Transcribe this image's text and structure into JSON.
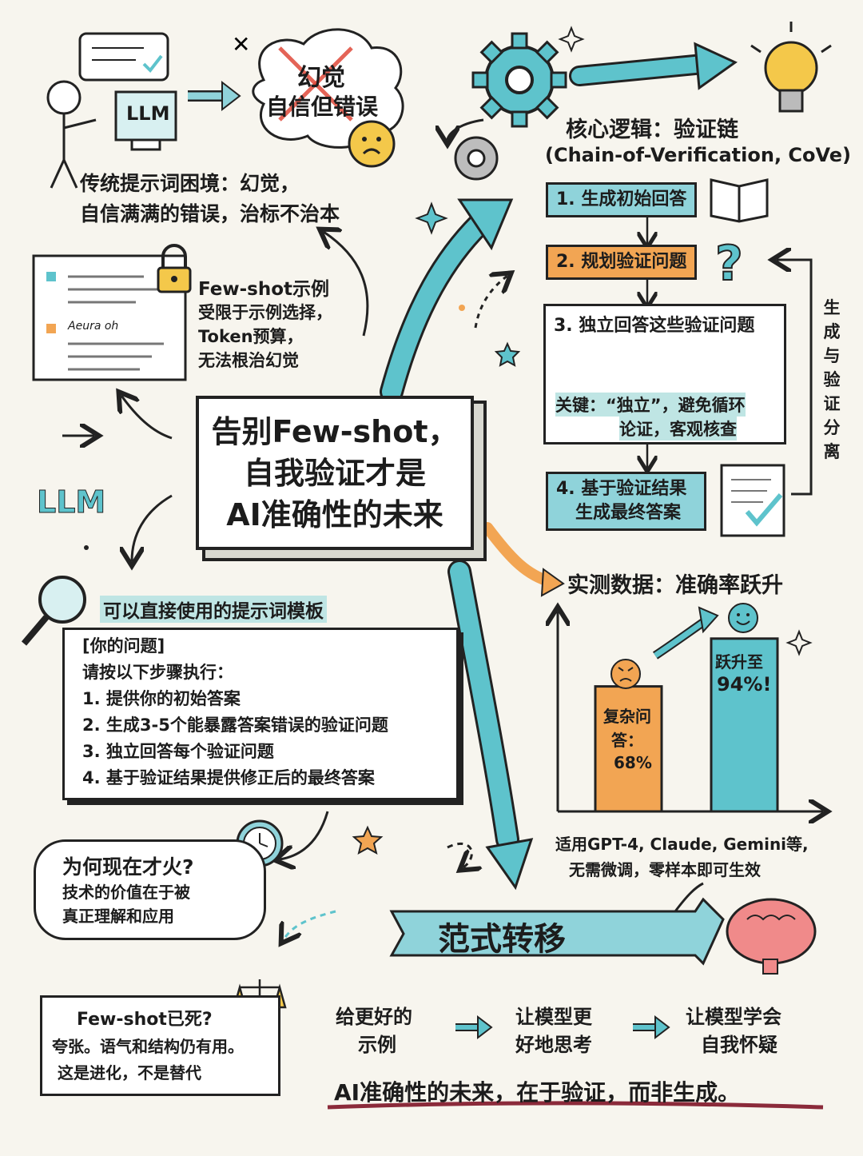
{
  "hallucination_cloud": {
    "word": "幻觉",
    "phrase": "自信但错误"
  },
  "llm_screen_label": "LLM",
  "traditional": {
    "line1": "传统提示词困境：幻觉，",
    "line2": "自信满满的错误，治标不治本"
  },
  "fewshot": {
    "title": "Few-shot示例",
    "line1": "受限于示例选择，",
    "line2": "Token预算，",
    "line3": "无法根治幻觉",
    "scribble": "Aeura oh"
  },
  "main_title": {
    "line1": "告别Few-shot，",
    "line2": "自我验证才是",
    "line3": "AI准确性的未来"
  },
  "llm_side_label": "LLM",
  "cove": {
    "title": "核心逻辑：验证链",
    "subtitle": "(Chain-of-Verification, CoVe)",
    "step1": "1. 生成初始回答",
    "step2": "2. 规划验证问题",
    "step3": "3. 独立回答这些验证问题",
    "key_line1": "关键：“独立”，避免循环",
    "key_line2": "论证，客观核查",
    "step4_line1": "4. 基于验证结果",
    "step4_line2": "生成最终答案",
    "side_label": [
      "生",
      "成",
      "与",
      "验",
      "证",
      "分",
      "离"
    ]
  },
  "template": {
    "title": "可以直接使用的提示词模板",
    "lines": [
      "[你的问题]",
      "请按以下步骤执行：",
      "1. 提供你的初始答案",
      "2. 生成3-5个能暴露答案错误的验证问题",
      "3. 独立回答每个验证问题",
      "4. 基于验证结果提供修正后的最终答案"
    ]
  },
  "results": {
    "title": "实测数据：准确率跃升",
    "bar1_label_line1": "复杂问",
    "bar1_label_line2": "答：",
    "bar1_value": "68%",
    "bar2_label": "跃升至",
    "bar2_value": "94%!",
    "note_line1": "适用GPT-4, Claude, Gemini等,",
    "note_line2": "无需微调，零样本即可生效"
  },
  "chart_data": {
    "type": "bar",
    "categories": [
      "复杂问答",
      "跃升至"
    ],
    "values": [
      68,
      94
    ],
    "ylim": [
      0,
      100
    ]
  },
  "why_now": {
    "title": "为何现在才火?",
    "line1": "技术的价值在于被",
    "line2": "真正理解和应用"
  },
  "dead": {
    "title": "Few-shot已死?",
    "line1": "夸张。语气和结构仍有用。",
    "line2": "这是进化，不是替代"
  },
  "paradigm": {
    "title": "范式转移",
    "step1_line1": "给更好的",
    "step1_line2": "示例",
    "step2_line1": "让模型更",
    "step2_line2": "好地思考",
    "step3_line1": "让模型学会",
    "step3_line2": "自我怀疑"
  },
  "conclusion": "AI准确性的未来，在于验证，而非生成。",
  "colors": {
    "teal": "#5ec3cc",
    "teal_light": "#8fd3da",
    "orange": "#f2a553",
    "red": "#e04a3a",
    "yellow": "#f4c84a",
    "brain": "#f08a8a"
  }
}
